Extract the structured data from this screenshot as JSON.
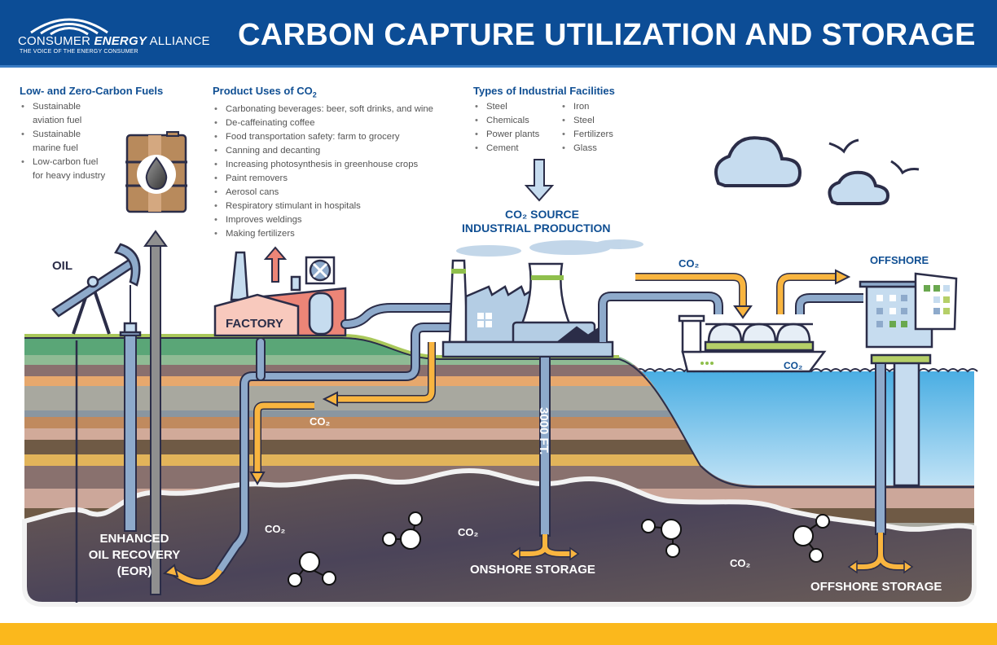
{
  "header": {
    "logo": {
      "name_prefix": "CONSUMER ",
      "name_emphasis": "ENERGY",
      "name_suffix": " ALLIANCE",
      "tagline": "THE VOICE OF THE ENERGY CONSUMER"
    },
    "title": "CARBON CAPTURE UTILIZATION AND STORAGE"
  },
  "fuels": {
    "heading": "Low- and Zero-Carbon Fuels",
    "items": [
      [
        "Sustainable",
        "aviation fuel"
      ],
      [
        "Sustainable",
        "marine fuel"
      ],
      [
        "Low-carbon fuel",
        "for heavy industry"
      ]
    ]
  },
  "product_uses": {
    "heading": "Product Uses of CO",
    "heading_sub": "2",
    "items": [
      "Carbonating beverages: beer, soft drinks, and wine",
      "De-caffeinating coffee",
      "Food transportation safety: farm to grocery",
      "Canning and decanting",
      "Increasing photosynthesis in greenhouse crops",
      "Paint removers",
      "Aerosol cans",
      "Respiratory stimulant in hospitals",
      "Improves weldings",
      "Making fertilizers"
    ]
  },
  "facilities": {
    "heading": "Types of Industrial Facilities",
    "col1": [
      "Steel",
      "Chemicals",
      "Power plants",
      "Cement"
    ],
    "col2": [
      "Iron",
      "Steel",
      "Fertilizers",
      "Glass"
    ]
  },
  "labels": {
    "co2_source_line1": "CO₂ SOURCE",
    "co2_source_line2": "INDUSTRIAL PRODUCTION",
    "oil": "OIL",
    "factory": "FACTORY",
    "co2_pipeline": "CO₂",
    "offshore": "OFFSHORE",
    "co2_ship": "CO₂",
    "co2_underground": "CO₂",
    "depth": "3000 FT.",
    "eor_line1": "ENHANCED",
    "eor_line2": "OIL RECOVERY",
    "eor_line3": "(EOR)",
    "co2_res1": "CO₂",
    "co2_res2": "CO₂",
    "co2_res3": "CO₂",
    "onshore_storage": "ONSHORE STORAGE",
    "offshore_storage": "OFFSHORE STORAGE"
  },
  "colors": {
    "brand_blue": "#0c4d96",
    "accent_yellow": "#fbb81c",
    "co2_arrow": "#f9b53f",
    "pipe": "#8eaacb",
    "sea": "#4aaee3",
    "reservoir": "#4c4558"
  },
  "strata": [
    "#5aa677",
    "#8fbb94",
    "#8a706e",
    "#e7a86d",
    "#a8a89f",
    "#8a96a0",
    "#c08a5e",
    "#d1aa99",
    "#6f5a45",
    "#e2b45a",
    "#89716e",
    "#cca79a",
    "#6f5a45",
    "#a8a89f",
    "#8a96a0",
    "#e2b45a"
  ]
}
